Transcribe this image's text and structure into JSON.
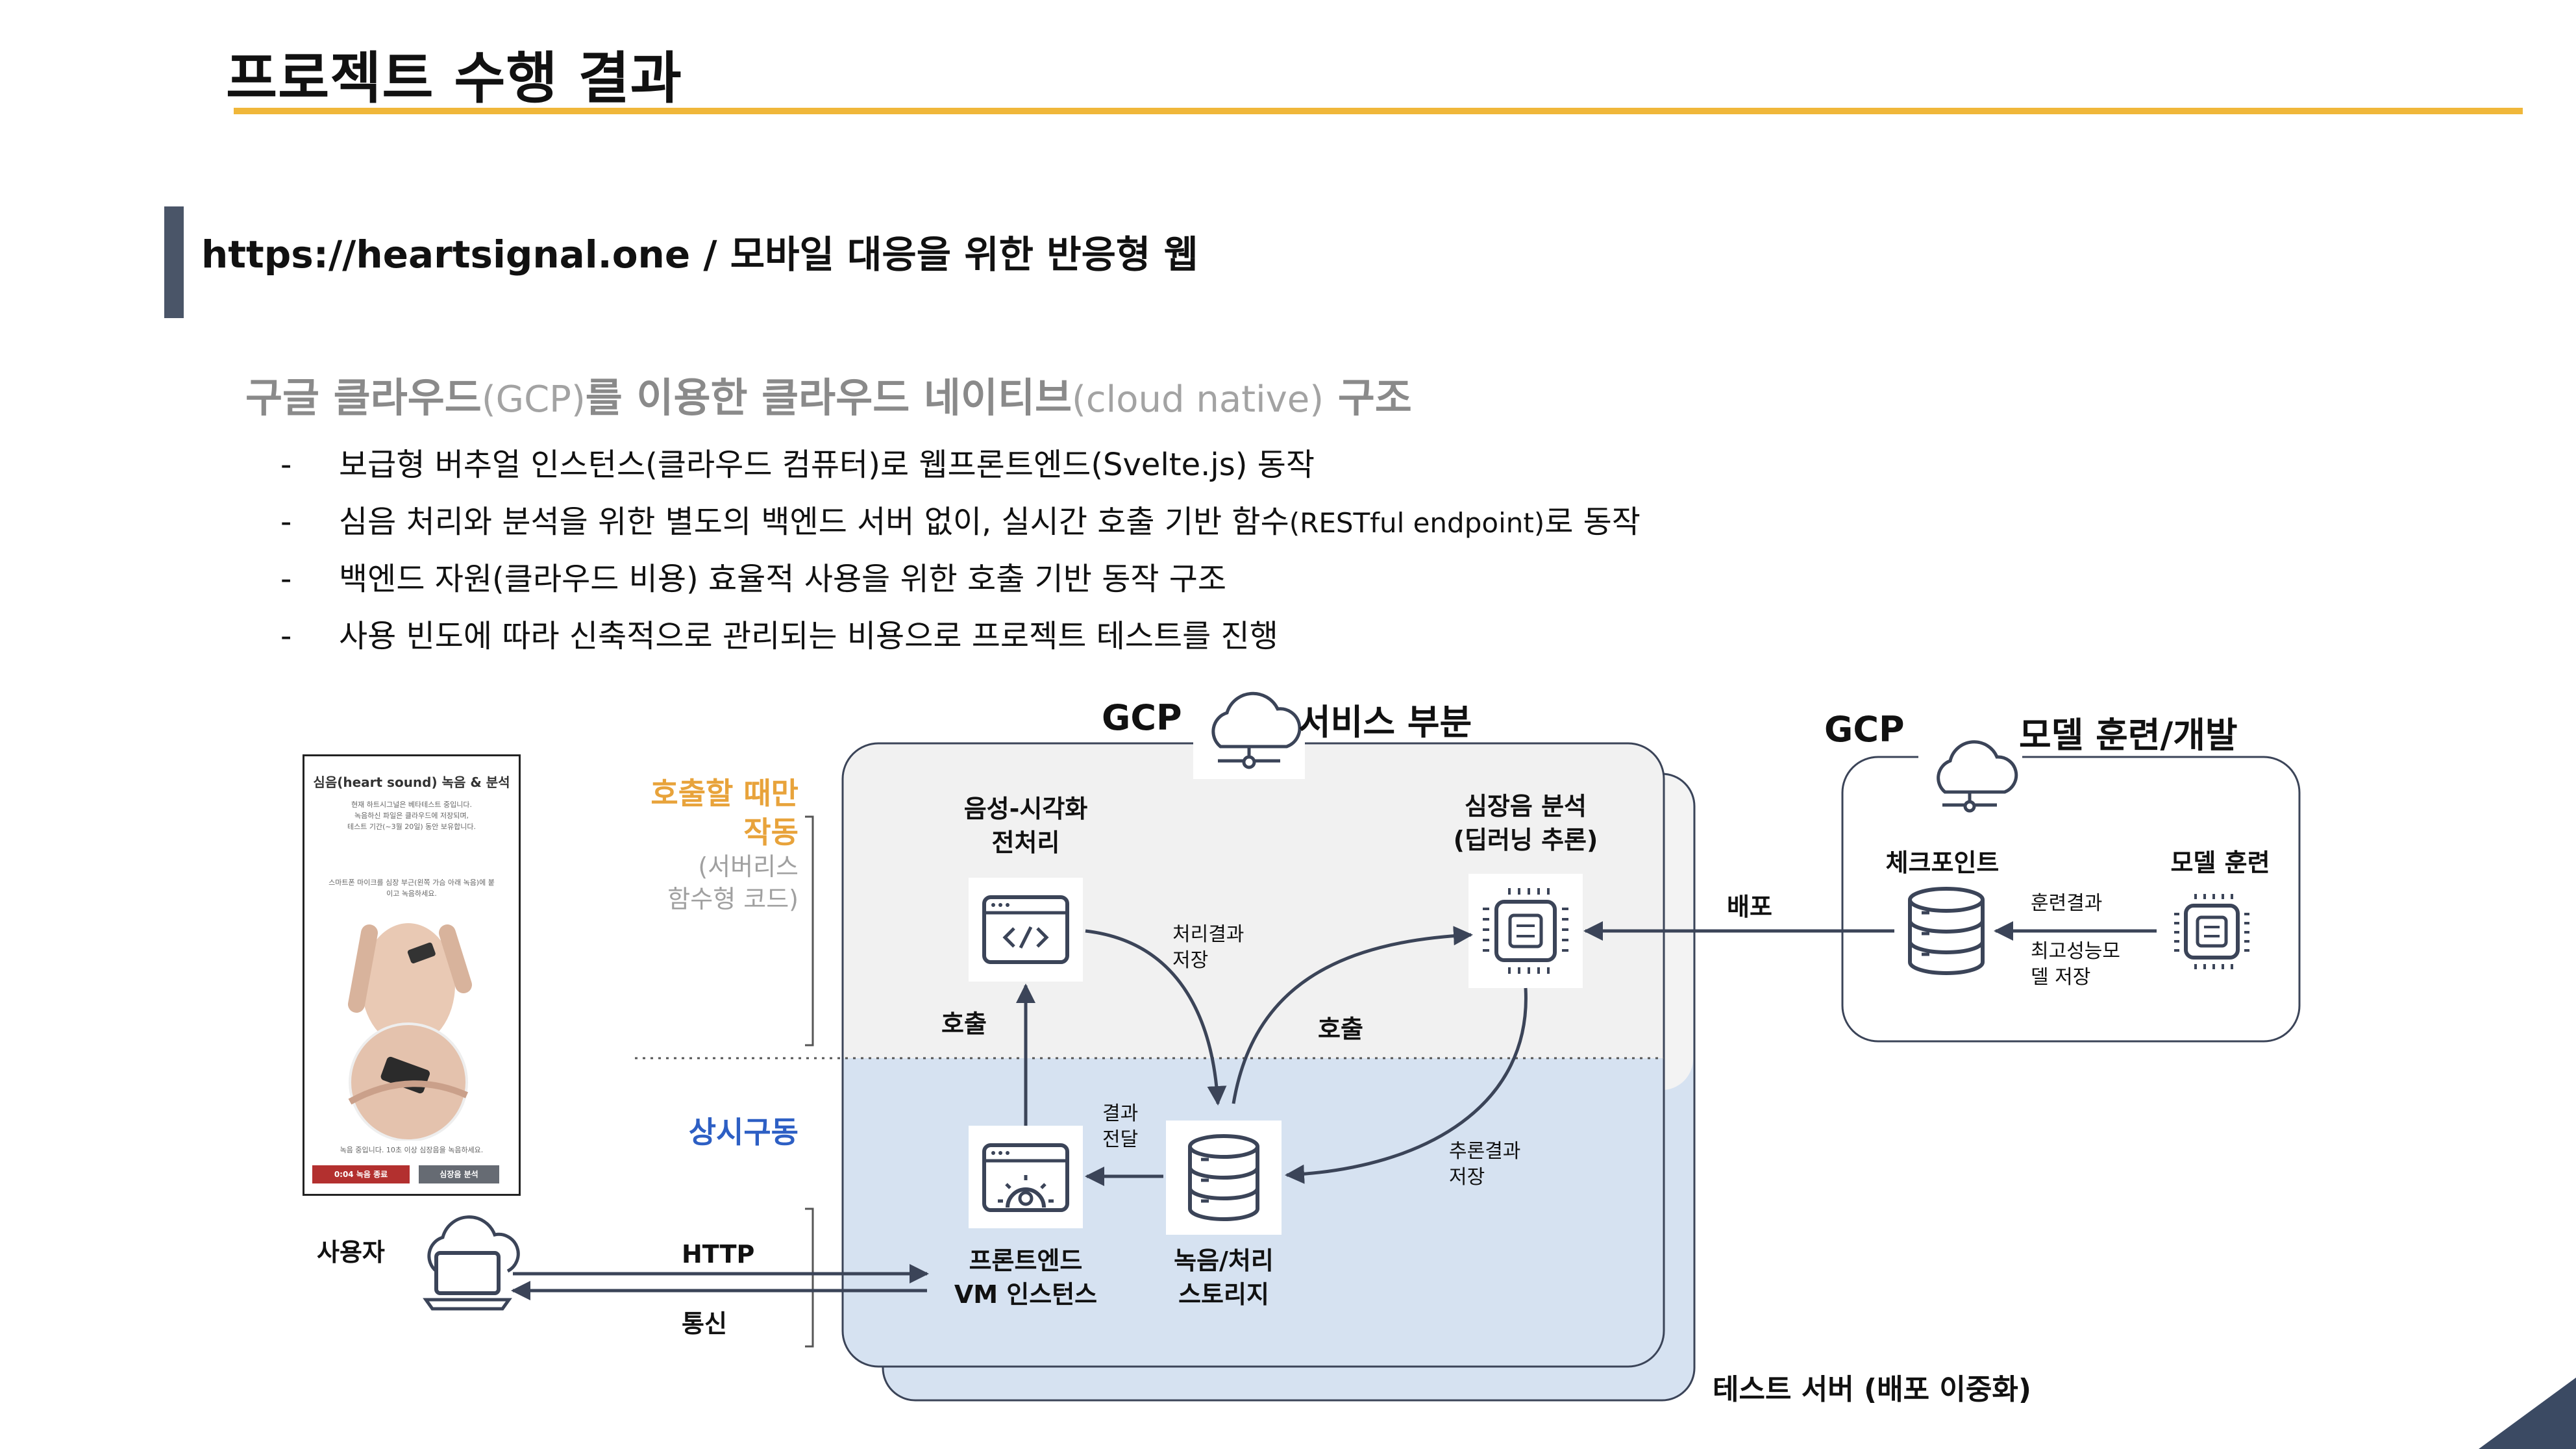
{
  "slide": {
    "title": "프로젝트 수행 결과",
    "subtitle": "https://heartsignal.one / 모바일 대응을 위한 반응형 웹",
    "accent_color": "#f0b73a",
    "heading": {
      "part1": "구글 클라우드",
      "part2": "(GCP)",
      "part3": "를 이용한 클라우드 네이티브",
      "part4": "(cloud native)",
      "part5": " 구조"
    },
    "bullets": [
      {
        "dash": "-",
        "text": "보급형 버추얼 인스턴스(클라우드 컴퓨터)로 웹프론트엔드(Svelte.js) 동작"
      },
      {
        "dash": "-",
        "text": "심음 처리와 분석을 위한 별도의 백엔드 서버 없이, 실시간 호출 기반 함수",
        "small": "(RESTful endpoint)",
        "tail": "로 동작"
      },
      {
        "dash": "-",
        "text": "백엔드 자원(클라우드 비용) 효율적 사용을 위한 호출 기반 동작 구조"
      },
      {
        "dash": "-",
        "text": "사용 빈도에 따라 신축적으로 관리되는 비용으로 프로젝트 테스트를 진행"
      }
    ]
  },
  "phone": {
    "title": "심음(heart sound) 녹음 & 분석",
    "intro": [
      "현재 하트시그널은 베타테스트 중입니다.",
      "녹음하신 파일은 클라우드에 저장되며,",
      "테스트 기간(~3월 20일) 동안 보유합니다."
    ],
    "instruction": [
      "스마트폰 마이크를 심장 부근(왼쪽 가슴 아래 녹음)에 붙",
      "이고 녹음하세요."
    ],
    "status": "녹음 중입니다. 10초 이상 심장음을 녹음하세요.",
    "record_button": "0:04 녹음 종료",
    "analyze_button": "심장음 분석"
  },
  "diagram": {
    "gcp_label": "GCP",
    "service_label": "서비스 부분",
    "model_gcp_label": "GCP",
    "model_label": "모델 훈련/개발",
    "on_call_label": [
      "호출할 때만",
      "작동"
    ],
    "serverless_label": [
      "(서버리스",
      "함수형 코드)"
    ],
    "always_on_label": "상시구동",
    "preprocess_label": [
      "음성-시각화",
      "전처리"
    ],
    "analysis_label": [
      "심장음 분석",
      "(딥러닝 추론)"
    ],
    "frontend_label": [
      "프론트엔드",
      "VM 인스턴스"
    ],
    "storage_label": [
      "녹음/처리",
      "스토리지"
    ],
    "checkpoint_label": "체크포인트",
    "model_training_label": "모델 훈련",
    "user_label": "사용자",
    "http_label": "HTTP",
    "comm_label": "통신",
    "call_label_1": "호출",
    "call_label_2": "호출",
    "save_result_label": [
      "처리결과",
      "저장"
    ],
    "pass_result_label": [
      "결과",
      "전달"
    ],
    "inference_result_label": [
      "추론결과",
      "저장"
    ],
    "deploy_label": "배포",
    "train_result_label": "훈련결과",
    "best_model_label": [
      "최고성능모",
      "델 저장"
    ],
    "test_server_label": "테스트 서버 (배포 이중화)",
    "colors": {
      "top_zone": "#f1f1f1",
      "bottom_zone": "#d6e2f1",
      "line": "#3b4458",
      "orange": "#e8a33b",
      "blue": "#2d5fc4",
      "gray_text": "#a0a0a0"
    }
  }
}
